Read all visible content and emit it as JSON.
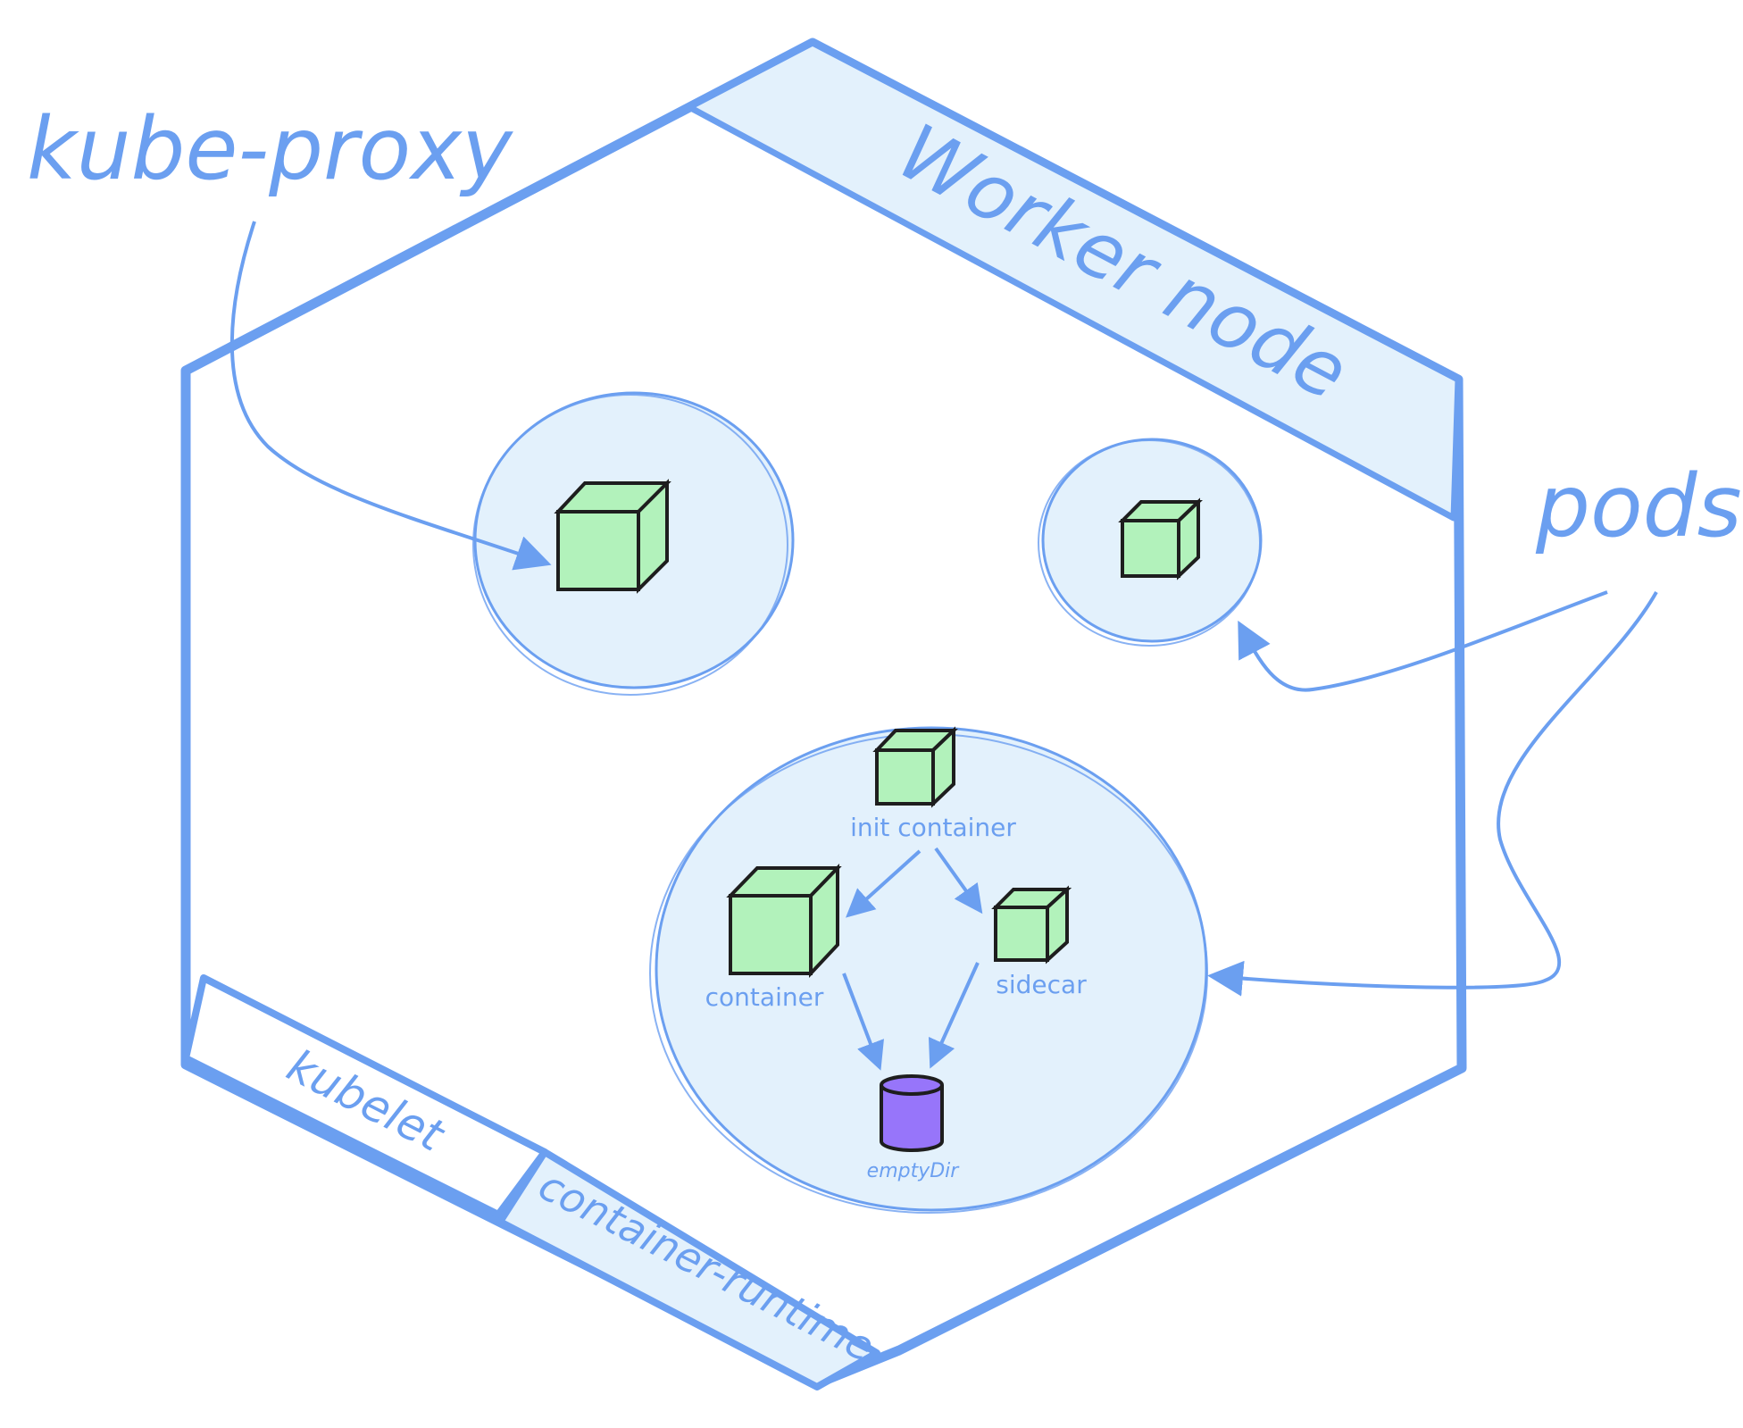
{
  "labels": {
    "kube_proxy": "kube-proxy",
    "pods": "pods",
    "worker_node": "Worker node",
    "kubelet": "kubelet",
    "container_runtime": "container-runtime",
    "init_container": "init container",
    "container": "container",
    "sidecar": "sidecar",
    "empty_dir": "emptyDir"
  },
  "colors": {
    "stroke": "#6b9ff0",
    "panel_fill": "#e3f1fc",
    "cube_fill": "#b2f2bb",
    "cube_outline": "#1e1e1e",
    "volume_fill": "#9775fa"
  },
  "icons": {
    "container": "cube-icon",
    "volume": "cylinder-icon"
  }
}
